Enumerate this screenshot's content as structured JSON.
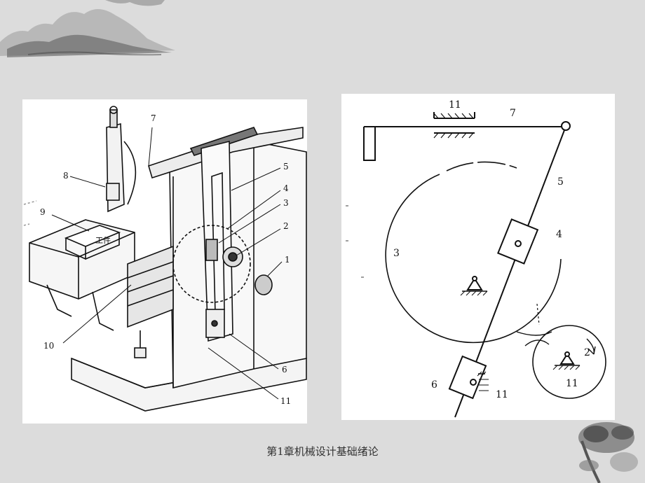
{
  "left_figure": {
    "workpiece_label": "工件",
    "part_labels": {
      "p1": "1",
      "p2": "2",
      "p3": "3",
      "p4": "4",
      "p5": "5",
      "p6": "6",
      "p7": "7",
      "p8": "8",
      "p9": "9",
      "p10": "10",
      "p11": "11"
    }
  },
  "right_figure": {
    "part_labels": {
      "p2": "2",
      "p3": "3",
      "p4": "4",
      "p5": "5",
      "p6": "6",
      "p7": "7",
      "p11_top": "11",
      "p11_right": "11",
      "p11_bottom": "11"
    }
  },
  "caption": "第1章机械设计基础绪论"
}
